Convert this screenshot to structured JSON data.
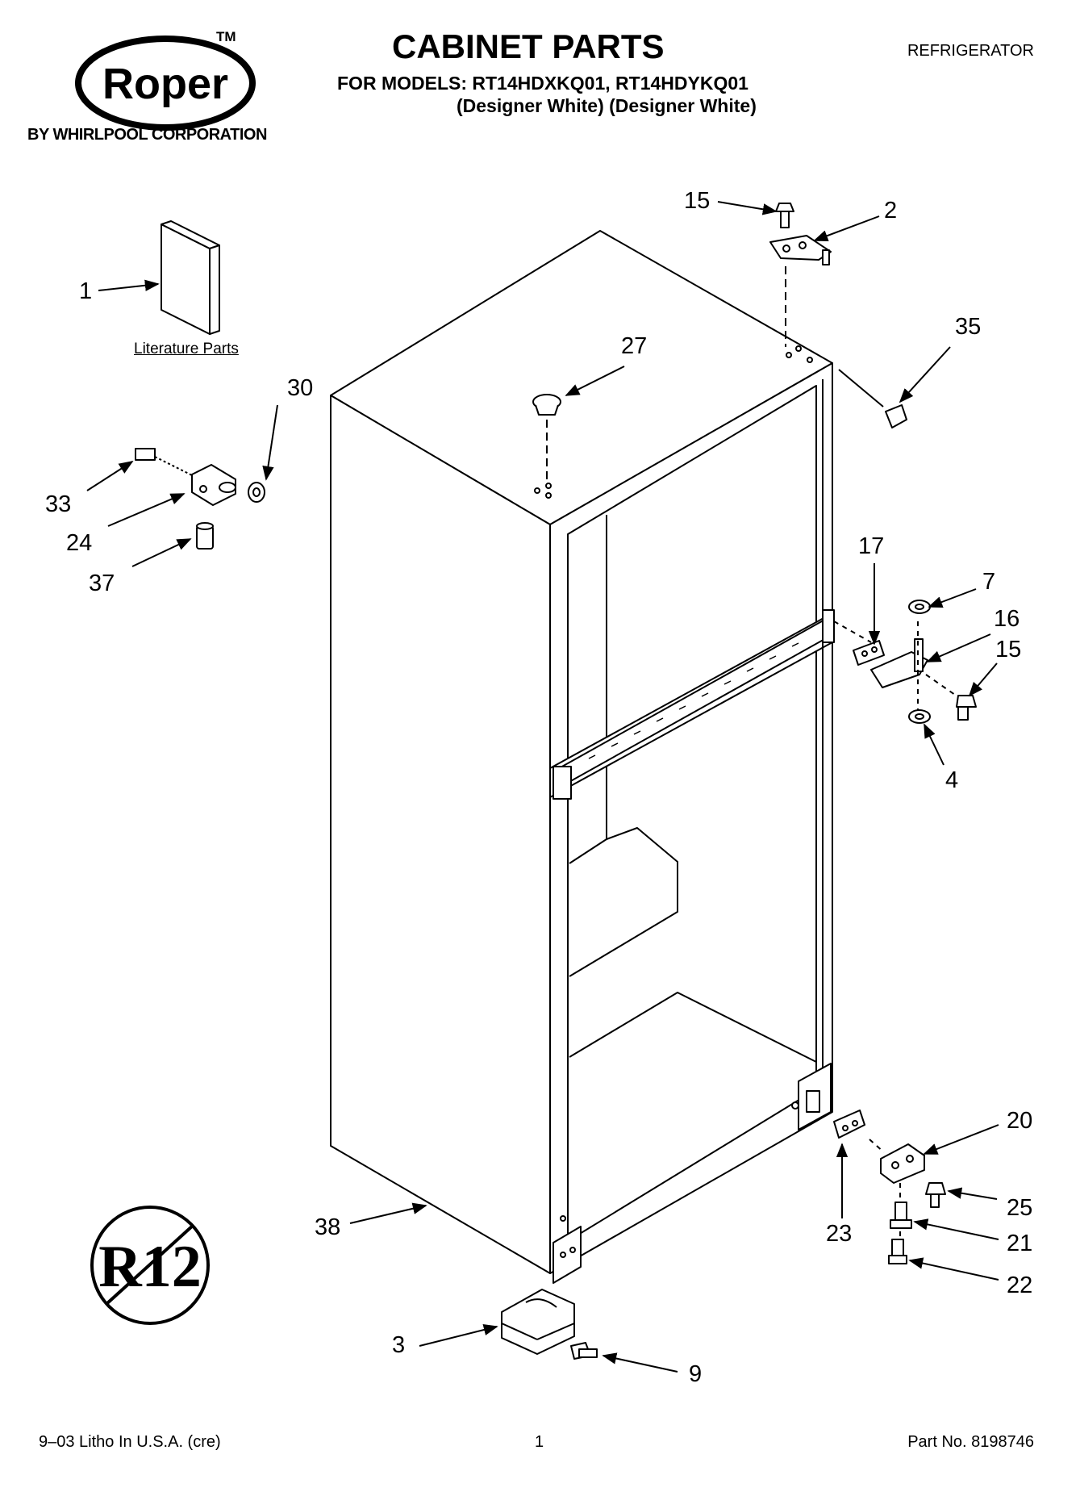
{
  "header": {
    "brand": "Roper",
    "trademark": "TM",
    "brand_sub": "BY WHIRLPOOL CORPORATION",
    "title": "CABINET PARTS",
    "models_line": "FOR MODELS: RT14HDXKQ01, RT14HDYKQ01",
    "colors_line": "(Designer White) (Designer White)",
    "category": "REFRIGERATOR"
  },
  "literature_label": "Literature Parts",
  "r12_badge": "R12",
  "callouts": {
    "c1": "1",
    "c2": "2",
    "c3": "3",
    "c4": "4",
    "c7": "7",
    "c9": "9",
    "c15a": "15",
    "c15b": "15",
    "c16": "16",
    "c17": "17",
    "c20": "20",
    "c21": "21",
    "c22": "22",
    "c23": "23",
    "c24": "24",
    "c25": "25",
    "c27": "27",
    "c30": "30",
    "c33": "33",
    "c35": "35",
    "c37": "37",
    "c38": "38"
  },
  "footer": {
    "left": "9–03 Litho In U.S.A. (cre)",
    "page": "1",
    "right": "Part No. 8198746"
  }
}
